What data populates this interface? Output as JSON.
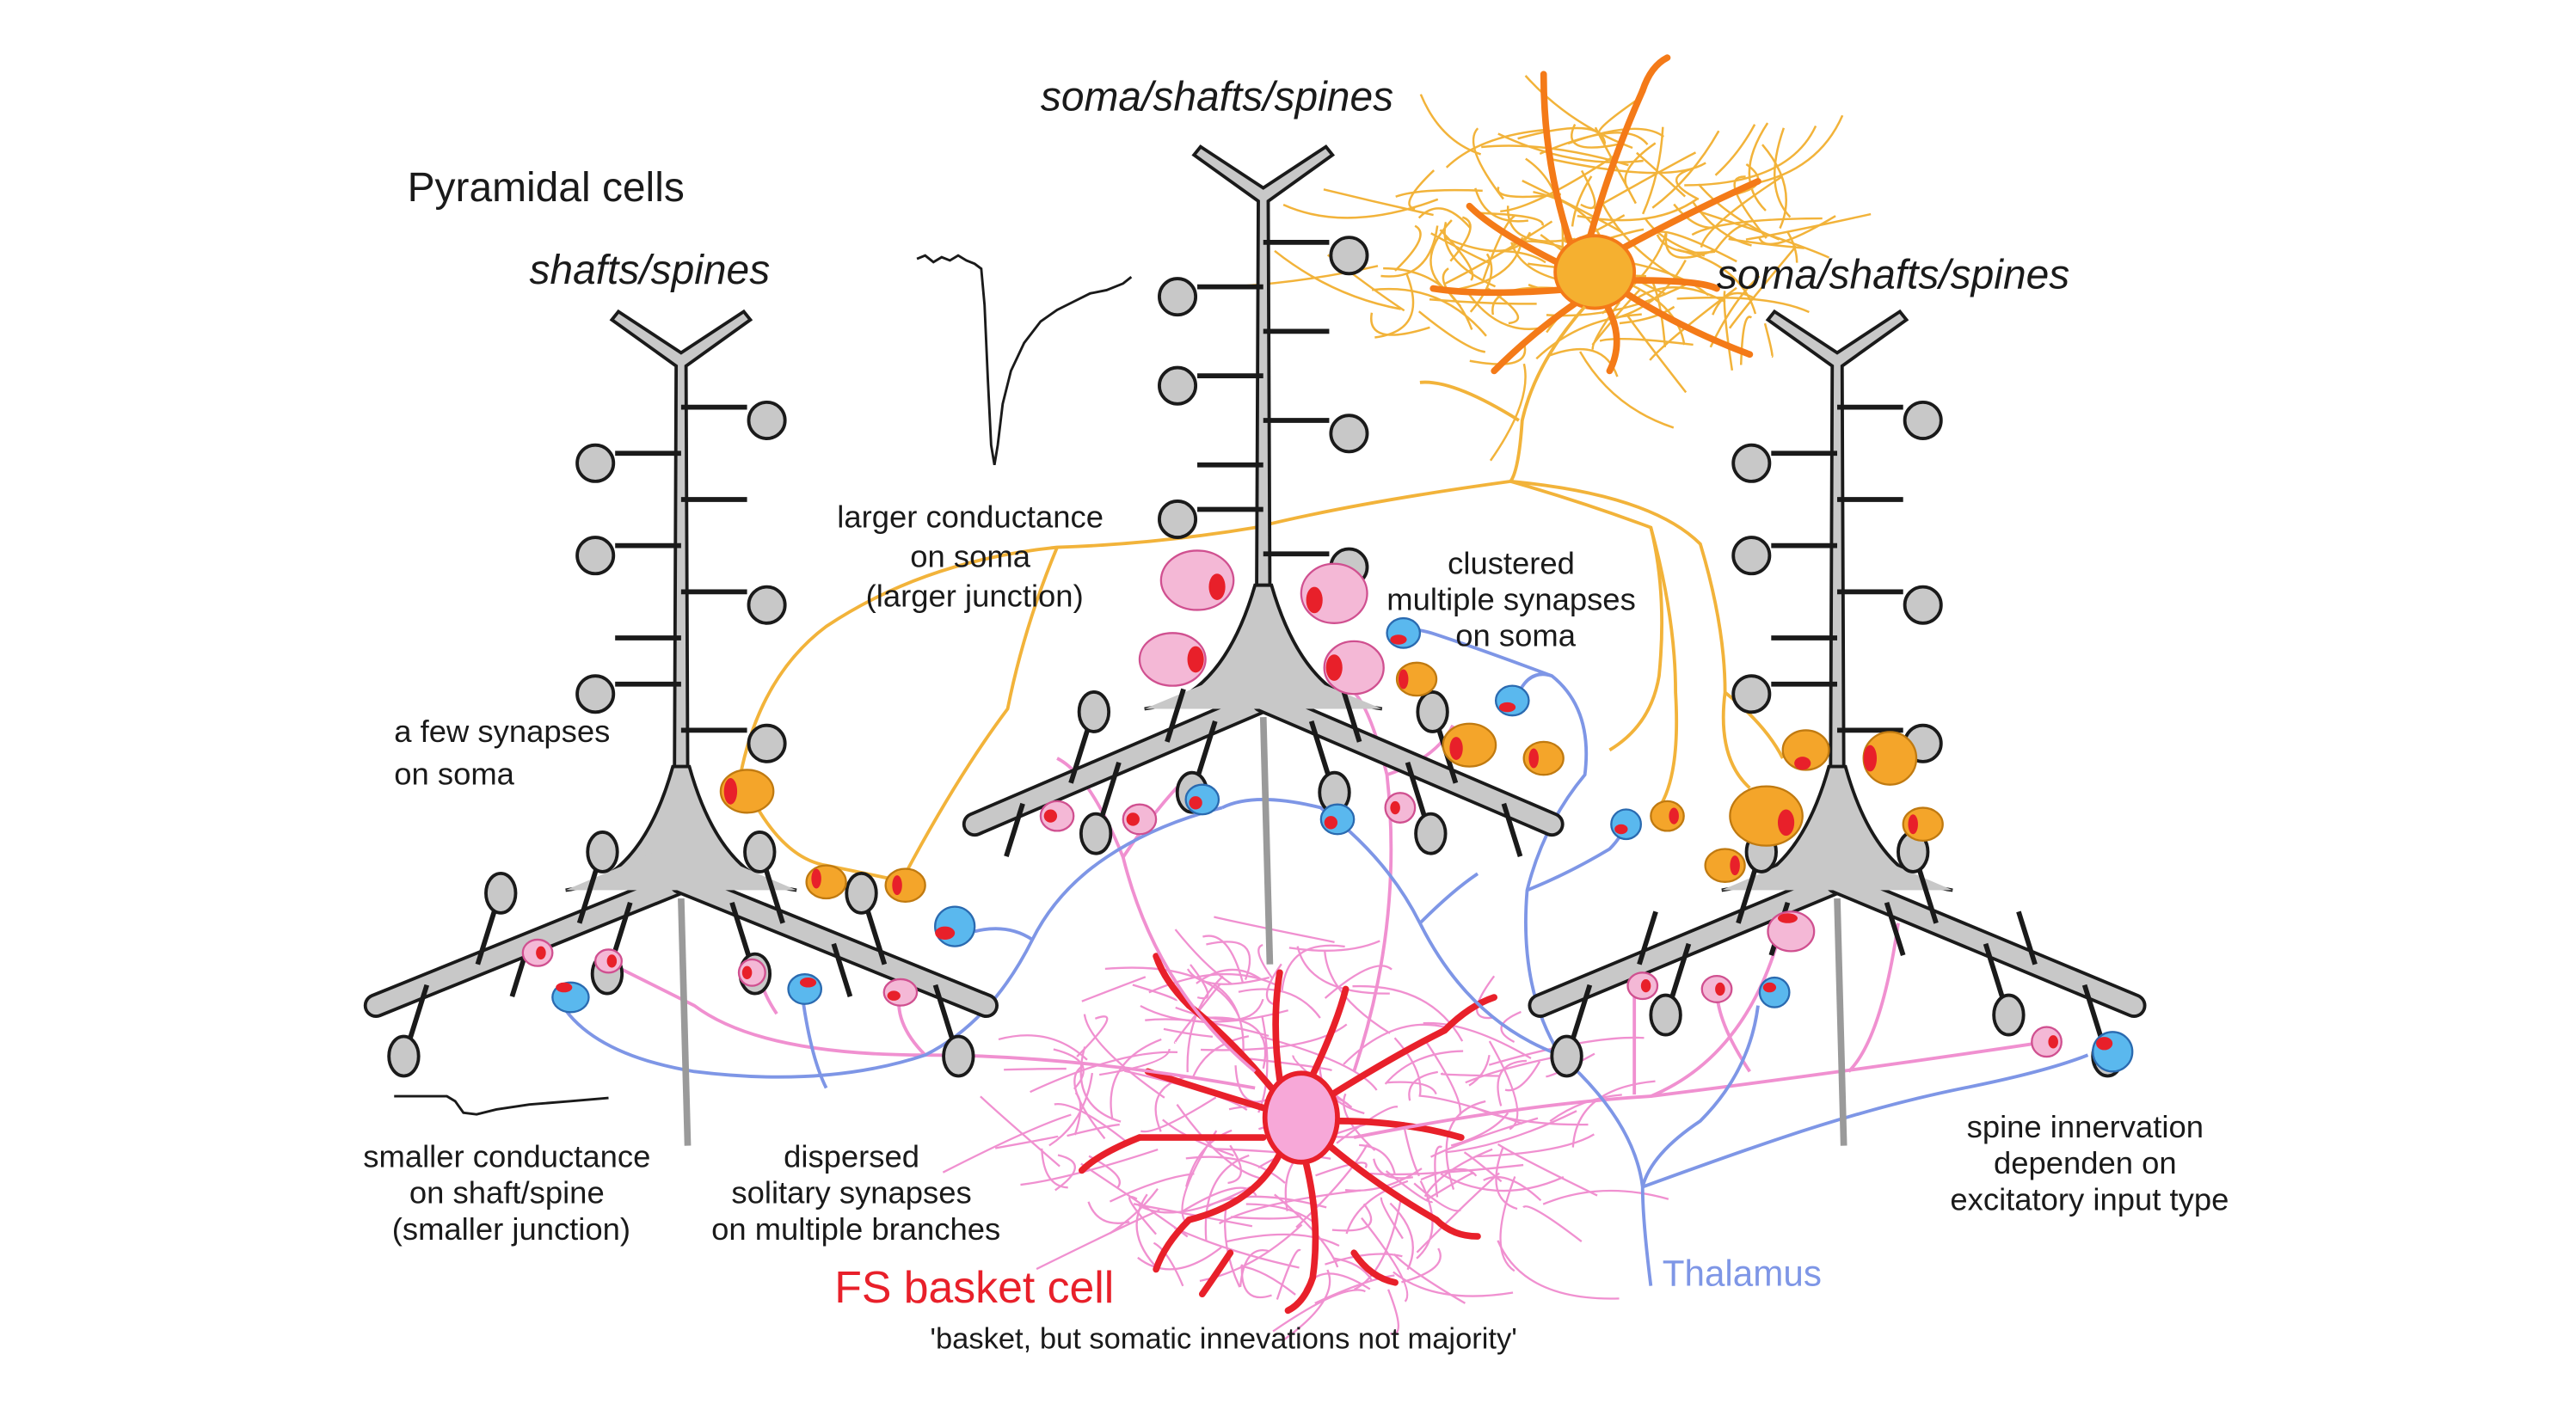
{
  "labels": {
    "pyramidal_cells": "Pyramidal cells",
    "left_cell_title": "shafts/spines",
    "middle_cell_title": "soma/shafts/spines",
    "right_cell_title": "soma/shafts/spines",
    "larger_conductance": [
      "larger conductance",
      "on soma",
      "(larger junction)"
    ],
    "clustered_synapses": [
      "clustered",
      "multiple synapses",
      "on soma"
    ],
    "few_synapses": [
      "a few synapses",
      "on soma"
    ],
    "smaller_conductance": [
      "smaller conductance",
      "on shaft/spine",
      "(smaller junction)"
    ],
    "dispersed_synapses": [
      "dispersed",
      "solitary synapses",
      "on multiple branches"
    ],
    "fs_basket_cell": "FS basket cell",
    "basket_note": "'basket, but somatic innevations not majority'",
    "spine_innervation": [
      "spine innervation",
      "dependen on",
      "excitatory input type"
    ],
    "thalamus": "Thalamus"
  },
  "colors": {
    "pyramidal_fill": "#c8c8c8",
    "outline": "#1a1a1a",
    "fs_basket_axon": "#f090d0",
    "fs_basket_dendrite": "#e8202a",
    "fs_basket_soma": "#f7a8d8",
    "orange_cell": "#f47a18",
    "orange_axon": "#f2b33a",
    "orange_bouton": "#f4a52a",
    "thalamus": "#7e96e6",
    "thalamic_bouton": "#5ab8ee",
    "pink_bouton": "#f4b8d6",
    "synapse_red": "#e8202a"
  }
}
